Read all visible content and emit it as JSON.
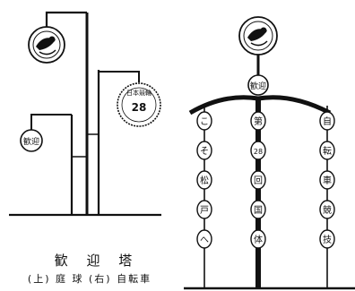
{
  "caption": {
    "title": "歓 迎 塔",
    "subtitle": "(上) 庭 球  (右) 自転車"
  },
  "left_tower": {
    "badge_small": "歓迎",
    "seal_text": "28",
    "seal_ring": "日本競輪"
  },
  "right_tower": {
    "badge_top": "歓迎",
    "column_left": [
      "こ",
      "そ",
      "松",
      "戸",
      "へ"
    ],
    "column_middle": [
      "第",
      "28",
      "回",
      "国",
      "体"
    ],
    "column_right": [
      "自",
      "転",
      "車",
      "競",
      "技"
    ]
  },
  "colors": {
    "ink": "#111111",
    "paper": "#ffffff"
  },
  "icons": [
    "emblem-icon",
    "emblem-icon"
  ]
}
